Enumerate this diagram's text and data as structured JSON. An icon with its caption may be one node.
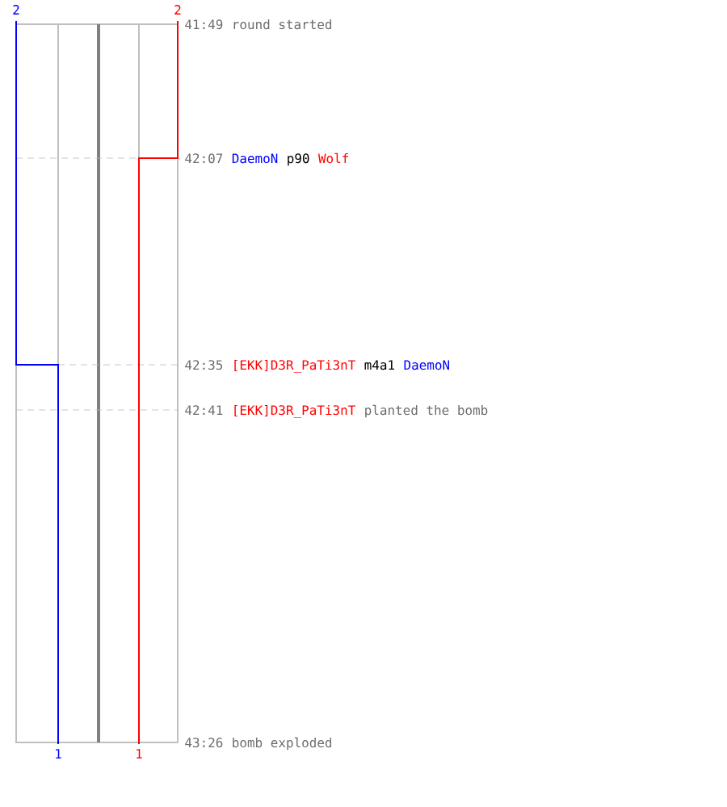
{
  "diagram": {
    "labels": [
      "2",
      "2",
      "41:49",
      "round started",
      "42:07",
      "DaemoN",
      "p90",
      "Wolf",
      "42:35",
      "[EKK]D3R_PaTi3nT",
      "m4a1",
      "DaemoN",
      "42:41",
      "[EKK]D3R_PaTi3nT",
      "planted the bomb",
      "43:26",
      "bomb exploded",
      "1",
      "1"
    ]
  }
}
